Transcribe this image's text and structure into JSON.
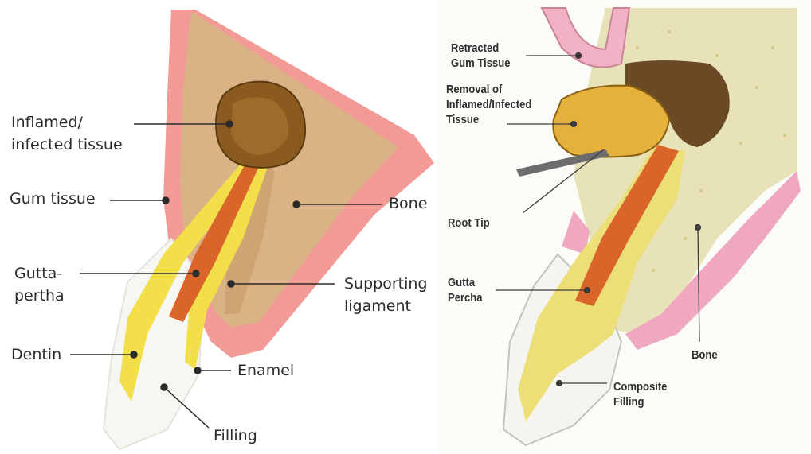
{
  "left_panel": {
    "labels": {
      "inflamed": "Inflamed/\ninfected tissue",
      "gum": "Gum tissue",
      "bone": "Bone",
      "gutta": "Gutta-\npertha",
      "supporting": "Supporting\nligament",
      "dentin": "Dentin",
      "enamel": "Enamel",
      "filling": "Filling"
    }
  },
  "right_panel": {
    "labels": {
      "retracted": "Retracted\nGum Tissue",
      "removal": "Removal of\nInflamed/Infected\nTissue",
      "root_tip": "Root Tip",
      "gutta": "Gutta\nPercha",
      "bone": "Bone",
      "composite": "Composite\nFilling"
    }
  },
  "colors": {
    "gum": "#f29a96",
    "bone": "#d9b386",
    "inflamed": "#8a5a1e",
    "gutta_percha": "#d9652a",
    "dentin": "#f2df4a",
    "enamel": "#f7f7f2"
  }
}
